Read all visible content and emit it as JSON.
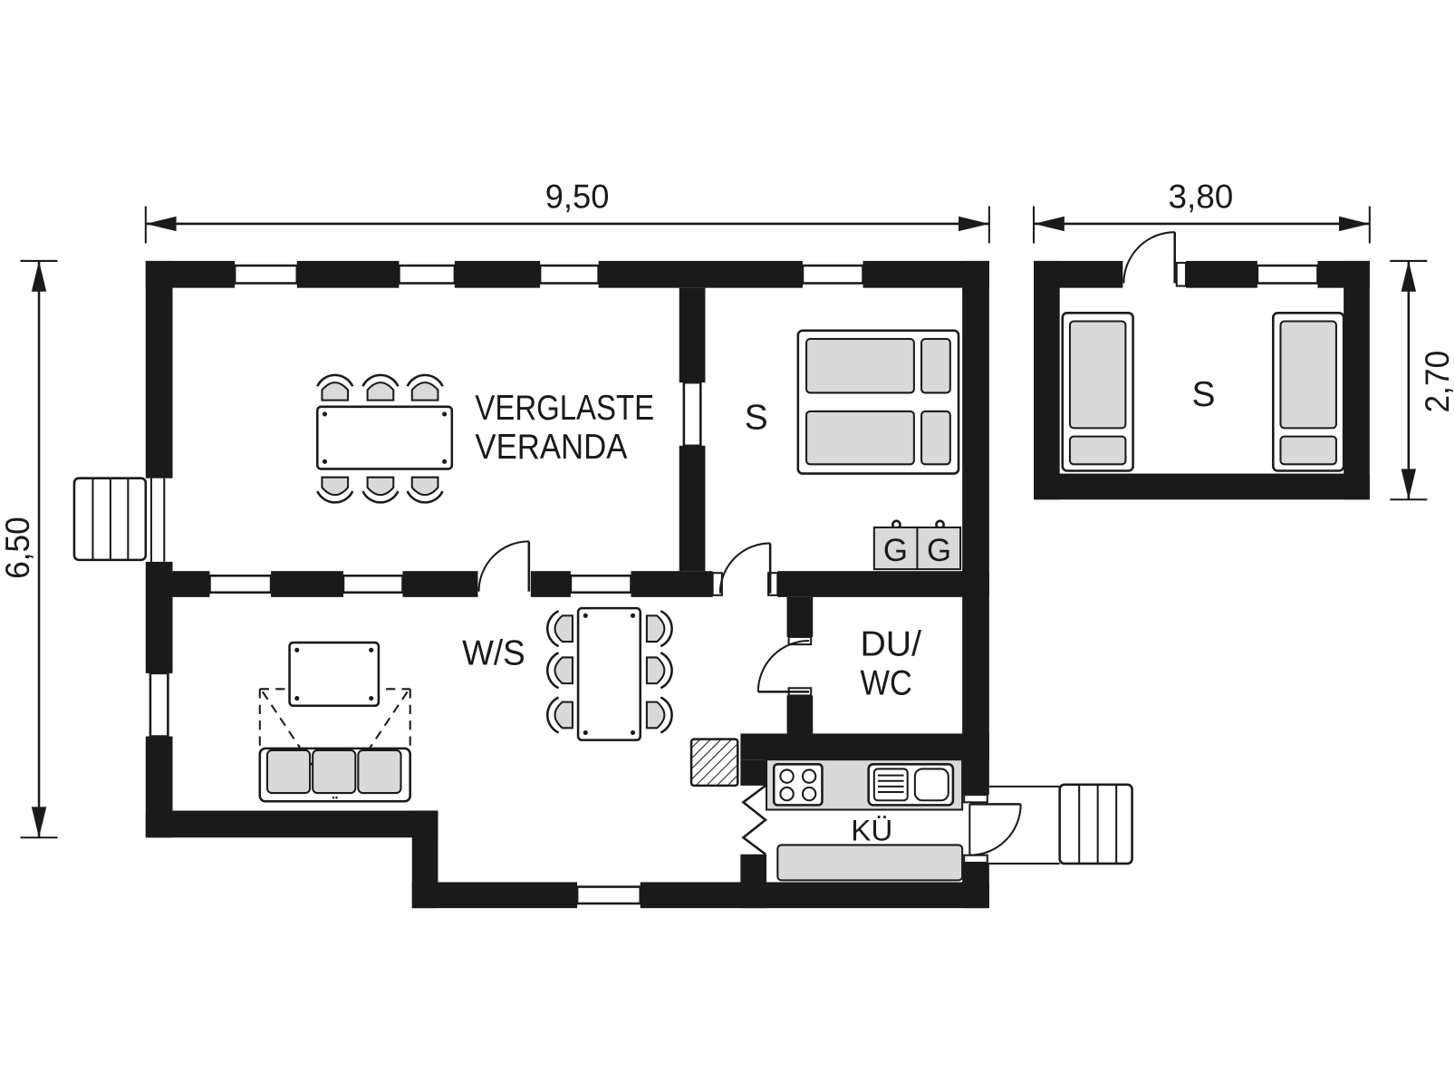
{
  "dimensions": {
    "main_width": "9,50",
    "main_depth": "6,50",
    "annex_width": "3,80",
    "annex_depth": "2,70"
  },
  "rooms": {
    "veranda_line1": "VERGLASTE",
    "veranda_line2": "VERANDA",
    "bedroom": "S",
    "annex_bedroom": "S",
    "living": "W/S",
    "bath_line1": "DU/",
    "bath_line2": "WC",
    "kitchen": "KÜ"
  },
  "appliance_labels": [
    "G",
    "G"
  ],
  "colors": {
    "wall": "#1a1a1a",
    "furniture": "#d9d9d9",
    "background": "#ffffff"
  }
}
